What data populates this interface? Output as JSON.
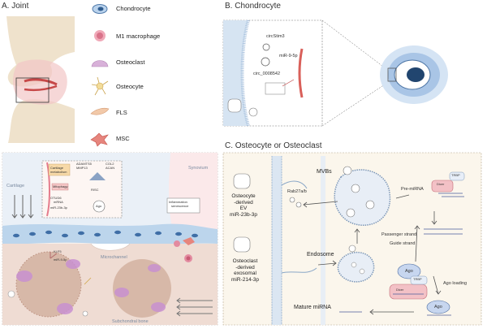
{
  "panels": {
    "a_title": "A. Joint",
    "b_title": "B. Chondrocyte",
    "c_title": "C. Osteocyte or Osteoclast"
  },
  "legend": [
    {
      "label": "Chondrocyte",
      "icon": "chondrocyte-icon",
      "color": "#5b8fc9"
    },
    {
      "label": "M1 macrophage",
      "icon": "m1-macrophage-icon",
      "color": "#d9738a"
    },
    {
      "label": "Osteoclast",
      "icon": "osteoclast-icon",
      "color": "#c99acb"
    },
    {
      "label": "Osteocyte",
      "icon": "osteocyte-icon",
      "color": "#e8c46a"
    },
    {
      "label": "FLS",
      "icon": "fls-icon",
      "color": "#e8a882"
    },
    {
      "label": "MSC",
      "icon": "msc-icon",
      "color": "#d9605a"
    }
  ],
  "panel_a_detail": {
    "cartilage_metabolism": "Cartilage metabolism",
    "adamts": "ADAMTS5",
    "mmp13": "MMP13",
    "col2": "COL2",
    "acan": "ACAN",
    "mitophagy": "Mitophagy",
    "risc": "RISC",
    "ago": "Ago",
    "otud6": "OTUD6",
    "mrna": "mRNA",
    "mir23b": "miR-23b-3p",
    "cartilage": "Cartilage",
    "synovium": "Synovium",
    "inflammation": "Inflammation",
    "senescence": "senescence",
    "microchannel": "Microchannel",
    "subchondral": "Subchondral bone",
    "klf5": "KLF5",
    "mir9": "miR-9-5p"
  },
  "panel_b": {
    "circ_stim3": "circStim3",
    "circ_0008542": "circ_0008542",
    "mir95p": "miR-9-5p"
  },
  "panel_c": {
    "mvbs": "MVBs",
    "rab27": "Rab27a/b",
    "osteocyte_ev": "Osteocyte\n-derived\nEV\nmiR-23b-3p",
    "osteoclast_ev": "Osteoclast\n-derived\nexosomal\nmiR-214-3p",
    "endosome": "Endosome",
    "mature_mirna": "Mature miRNA",
    "pre_mirna": "Pre-miRNA",
    "trbp": "TRBP",
    "dicer": "Dicer",
    "passenger": "Passenger strand",
    "guide": "Guide strand",
    "ago": "Ago",
    "ago_loading": "Ago loading"
  }
}
